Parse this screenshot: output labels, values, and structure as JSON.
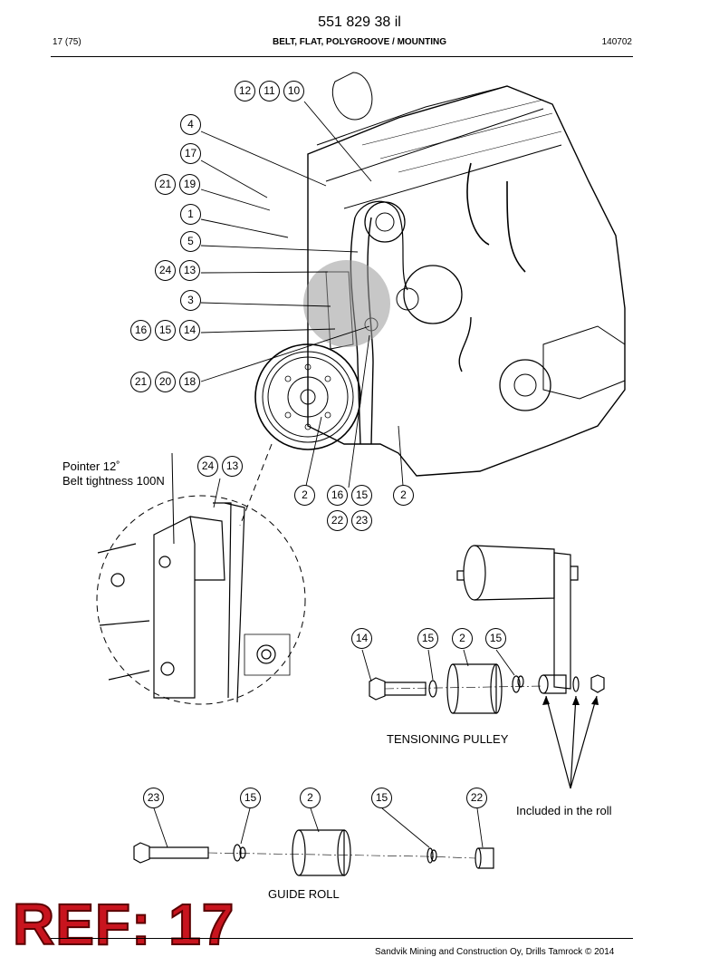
{
  "header": {
    "doc_number": "551 829 38 il",
    "page": "17 (75)",
    "title": "BELT, FLAT, POLYGROOVE / MOUNTING",
    "code": "140702"
  },
  "callouts": {
    "c12": "12",
    "c11": "11",
    "c10": "10",
    "c4": "4",
    "c17": "17",
    "c21a": "21",
    "c19": "19",
    "c1": "1",
    "c5": "5",
    "c24a": "24",
    "c13a": "13",
    "c3": "3",
    "c16a": "16",
    "c15a": "15",
    "c14a": "14",
    "c21b": "21",
    "c20": "20",
    "c18": "18",
    "c24b": "24",
    "c13b": "13",
    "c2a": "2",
    "c16b": "16",
    "c15b": "15",
    "c2b": "2",
    "c22a": "22",
    "c23a": "23",
    "c14b": "14",
    "c15c": "15",
    "c2c": "2",
    "c15d": "15",
    "c23b": "23",
    "c15e": "15",
    "c2d": "2",
    "c15f": "15",
    "c22b": "22"
  },
  "labels": {
    "pointer": "Pointer 12˚",
    "tightness": "Belt tightness 100N",
    "tensioning": "TENSIONING PULLEY",
    "included": "Included in the roll",
    "guide": "GUIDE ROLL"
  },
  "ref_stamp": "REF: 17",
  "footer": "Sandvik Mining and Construction Oy, Drills Tamrock © 2014"
}
